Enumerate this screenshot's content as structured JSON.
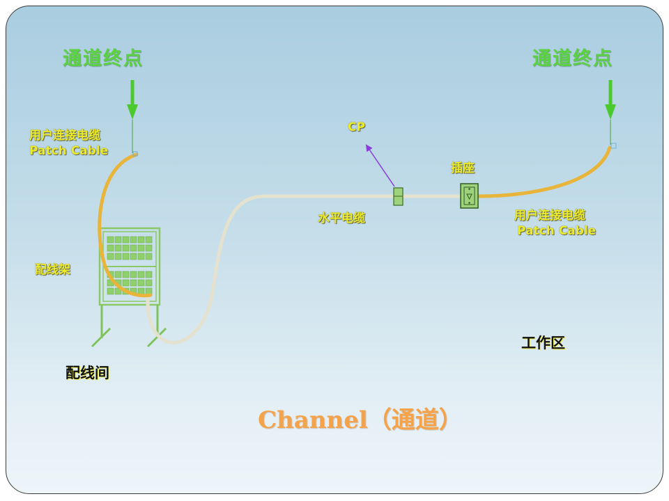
{
  "diagram": {
    "left_endpoint": "通道终点",
    "right_endpoint": "通道终点",
    "left_patch_cable_cn": "用户连接电缆",
    "left_patch_cable_en": "Patch Cable",
    "right_patch_cable_cn": "用户连接电缆",
    "right_patch_cable_en": "Patch Cable",
    "cp_label": "CP",
    "outlet_label": "插座",
    "horizontal_cable_label": "水平电缆",
    "patch_panel_label": "配线架",
    "telecom_room_label": "配线间",
    "work_area_label": "工作区",
    "title": "Channel（通道）"
  },
  "colors": {
    "endpoint_green": "#5bd23f",
    "patch_cable": "#e8b43a",
    "horizontal_cable": "#e4e1cf",
    "rack_green": "#7fc45a",
    "label_yellow": "#ecec2c",
    "cp_pointer": "#8a3cd8",
    "title_orange": "#f5a34a"
  }
}
